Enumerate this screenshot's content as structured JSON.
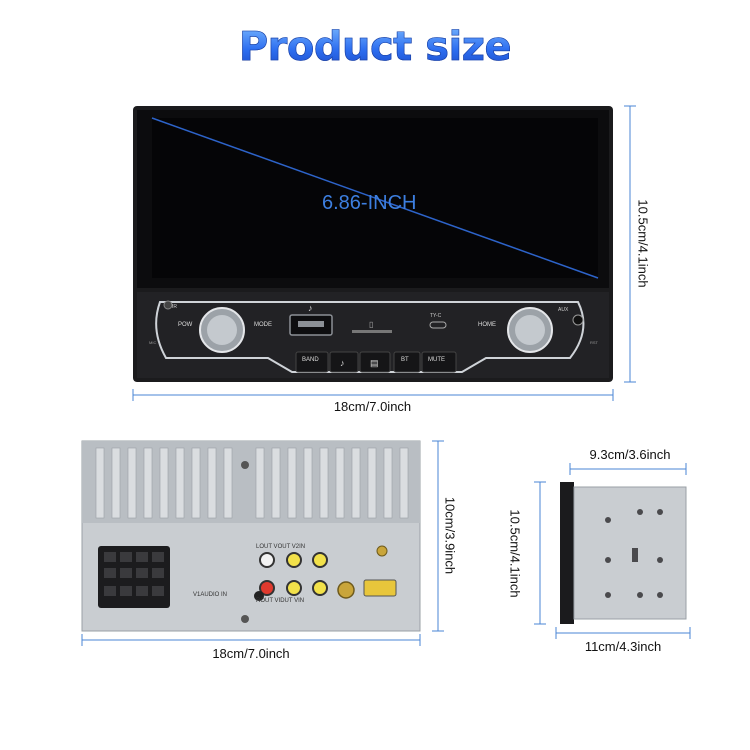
{
  "title": "Product size",
  "front": {
    "screen_label": "6.86-INCH",
    "width_label": "18cm/7.0inch",
    "height_label": "10.5cm/4.1inch",
    "panel": {
      "ir": "IR",
      "pow": "POW",
      "mode": "MODE",
      "tyc": "TY-C",
      "home": "HOME",
      "aux": "AUX",
      "mic": "MIC",
      "rst": "RST",
      "band": "BAND",
      "bt": "BT",
      "mute": "MUTE"
    }
  },
  "back": {
    "width_label": "18cm/7.0inch",
    "height_label": "10cm/3.9inch",
    "ports_top": "LOUT  VOUT  V2IN",
    "ports_bottom": "ROUT VIDUT VIN",
    "aux_in": "V1AUDIO IN"
  },
  "side": {
    "depth_label": "9.3cm/3.6inch",
    "height_label": "10.5cm/4.1inch",
    "width_label": "11cm/4.3inch"
  },
  "colors": {
    "dimension_line": "#4a86d6",
    "title_blue": "#2e6ff0"
  }
}
